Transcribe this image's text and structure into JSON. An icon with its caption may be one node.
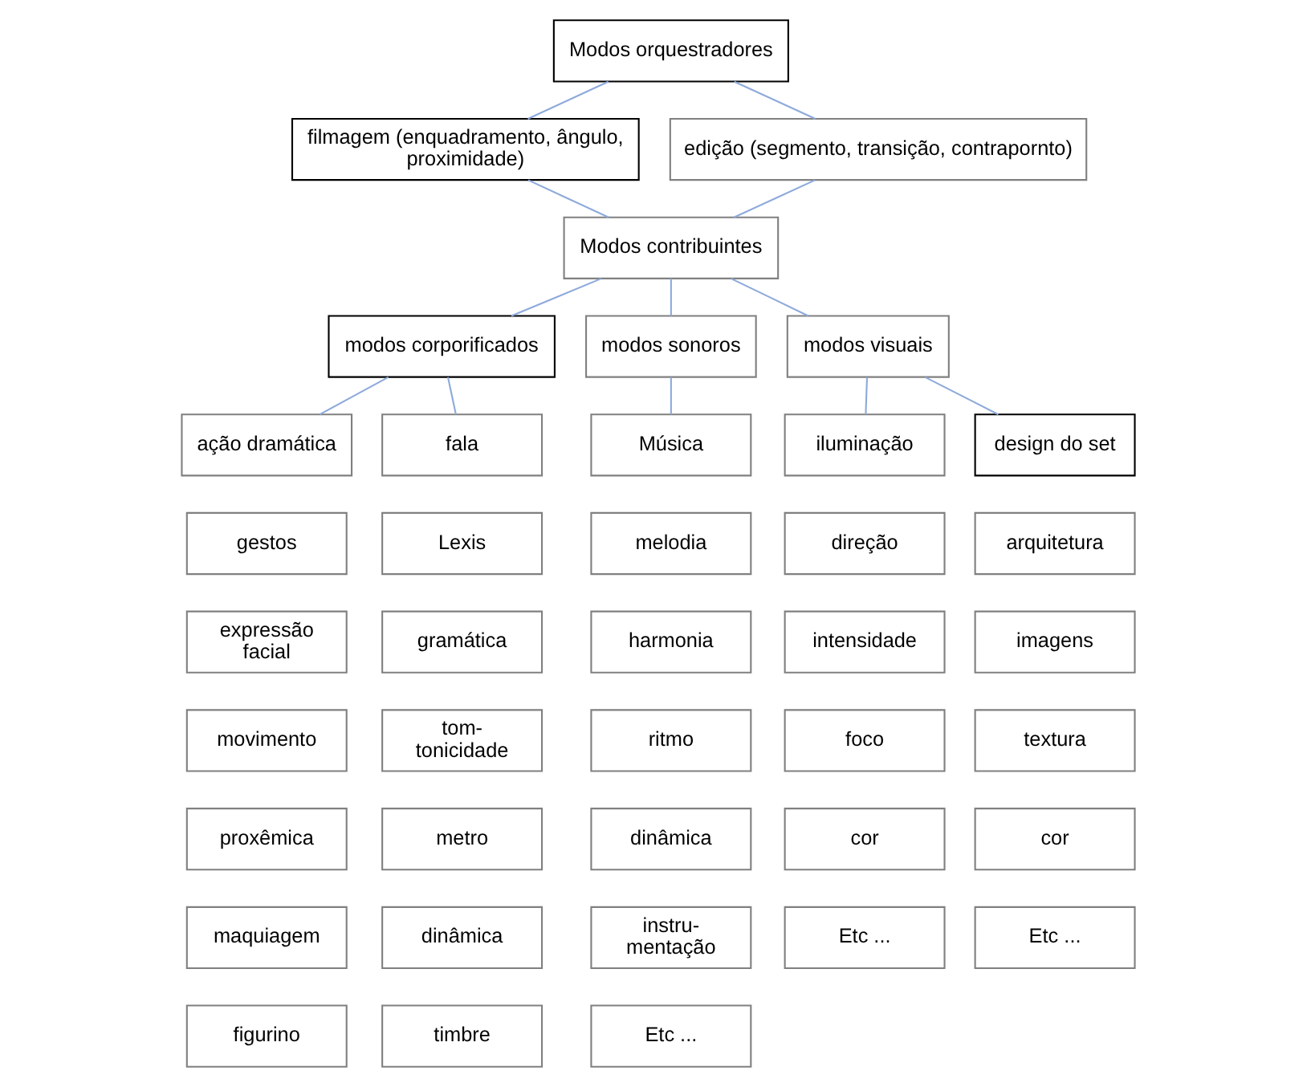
{
  "diagram": {
    "nodes": [
      {
        "text": [
          "Modos orquestradores"
        ]
      },
      {
        "text": [
          "filmagem (enquadramento, ângulo, proximidade)"
        ]
      },
      {
        "text": [
          "edição (segmento, transição, contrapornto)"
        ]
      },
      {
        "text": [
          "Modos contribuintes"
        ]
      },
      {
        "text": [
          "modos corporificados"
        ]
      },
      {
        "text": [
          "modos sonoros"
        ]
      },
      {
        "text": [
          "modos visuais"
        ]
      },
      {
        "text": [
          "ação dramática"
        ]
      },
      {
        "text": [
          "fala"
        ]
      },
      {
        "text": [
          "Música"
        ]
      },
      {
        "text": [
          "iluminação"
        ]
      },
      {
        "text": [
          "design do set"
        ]
      },
      {
        "text": [
          "gestos"
        ]
      },
      {
        "text": [
          "expressão facial"
        ]
      },
      {
        "text": [
          "movimento"
        ]
      },
      {
        "text": [
          "proxêmica"
        ]
      },
      {
        "text": [
          "maquiagem"
        ]
      },
      {
        "text": [
          "figurino"
        ]
      },
      {
        "text": [
          "Lexis"
        ]
      },
      {
        "text": [
          "gramática"
        ]
      },
      {
        "text": [
          "tom- tonicidade"
        ]
      },
      {
        "text": [
          "metro"
        ]
      },
      {
        "text": [
          "dinâmica"
        ]
      },
      {
        "text": [
          "timbre"
        ]
      },
      {
        "text": [
          "melodia"
        ]
      },
      {
        "text": [
          "harmonia"
        ]
      },
      {
        "text": [
          "ritmo"
        ]
      },
      {
        "text": [
          "dinâmica"
        ]
      },
      {
        "text": [
          "instru- mentação"
        ]
      },
      {
        "text": [
          "Etc ..."
        ]
      },
      {
        "text": [
          "direção"
        ]
      },
      {
        "text": [
          "intensidade"
        ]
      },
      {
        "text": [
          "foco"
        ]
      },
      {
        "text": [
          "cor"
        ]
      },
      {
        "text": [
          "Etc ..."
        ]
      },
      {
        "text": [
          "arquitetura"
        ]
      },
      {
        "text": [
          "imagens"
        ]
      },
      {
        "text": [
          "textura"
        ]
      },
      {
        "text": [
          "cor"
        ]
      },
      {
        "text": [
          "Etc ..."
        ]
      }
    ],
    "edges": [
      {
        "from": 0,
        "to": 1,
        "arrow": "none"
      },
      {
        "from": 0,
        "to": 2,
        "arrow": "none"
      },
      {
        "from": 1,
        "to": 3,
        "arrow": "none"
      },
      {
        "from": 2,
        "to": 3,
        "arrow": "none"
      },
      {
        "from": 3,
        "to": 4,
        "arrow": "none"
      },
      {
        "from": 3,
        "to": 5,
        "arrow": "none"
      },
      {
        "from": 3,
        "to": 6,
        "arrow": "none"
      },
      {
        "from": 4,
        "to": 7,
        "arrow": "none"
      },
      {
        "from": 4,
        "to": 8,
        "arrow": "none"
      },
      {
        "from": 5,
        "to": 9,
        "arrow": "none"
      },
      {
        "from": 6,
        "to": 10,
        "arrow": "none"
      },
      {
        "from": 6,
        "to": 11,
        "arrow": "none"
      }
    ]
  }
}
